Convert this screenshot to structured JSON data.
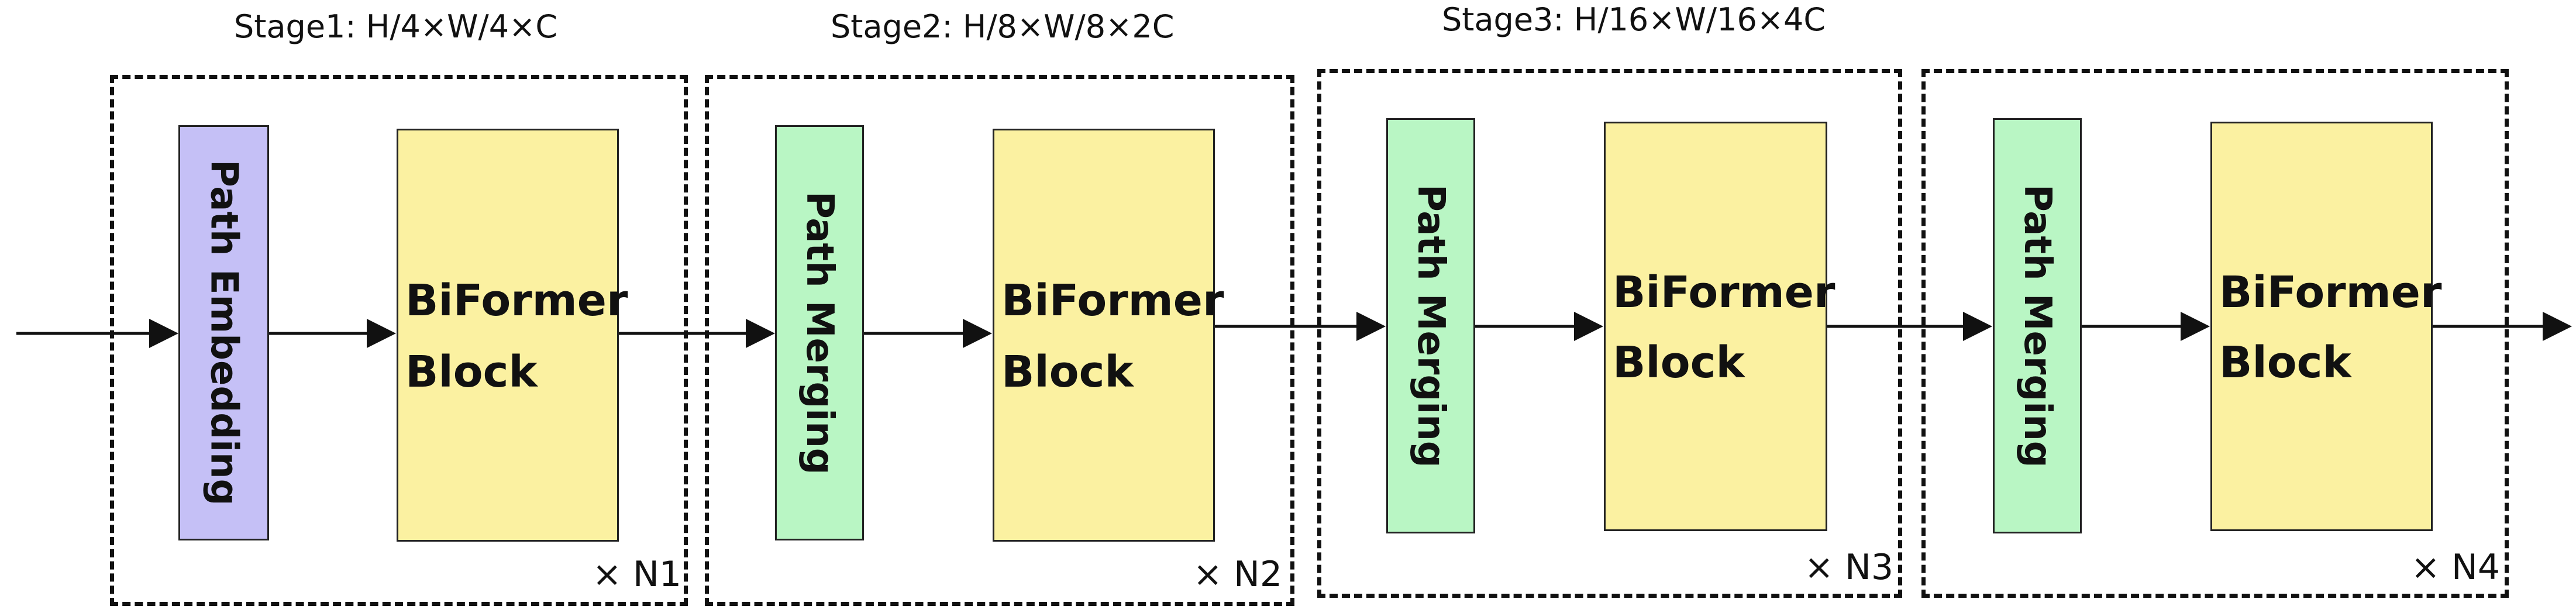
{
  "colors": {
    "embedding": "#c5c0f6",
    "merging": "#b9f6c4",
    "biformer": "#fbf1a1",
    "stroke": "#111111"
  },
  "stages": [
    {
      "label": "Stage1: H/4×W/4×C",
      "repeat": "× N1",
      "first_block": "Path Embedding",
      "block_line1": "BiFormer",
      "block_line2": "Block"
    },
    {
      "label": "Stage2: H/8×W/8×2C",
      "repeat": "× N2",
      "first_block": "Path Merging",
      "block_line1": "BiFormer",
      "block_line2": "Block"
    },
    {
      "label": "Stage3: H/16×W/16×4C",
      "repeat": "× N3",
      "first_block": "Path Merging",
      "block_line1": "BiFormer",
      "block_line2": "Block"
    },
    {
      "label": "",
      "repeat": "× N4",
      "first_block": "Path Merging",
      "block_line1": "BiFormer",
      "block_line2": "Block"
    }
  ]
}
